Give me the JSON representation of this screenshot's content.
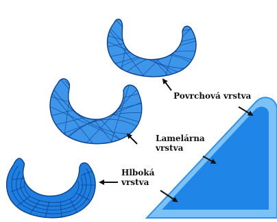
{
  "labels": {
    "surface": "Povrchová vrstva",
    "lamellar": [
      "Lamelárna",
      "vrstva"
    ],
    "deep": [
      "Hlboká",
      "vrstva"
    ]
  },
  "icons": {
    "surface_disc": "meniscus-surface-layer-icon",
    "lamellar_disc": "meniscus-lamellar-layer-icon",
    "deep_disc": "meniscus-deep-layer-icon",
    "cross_section": "meniscus-cross-section-wedge-icon",
    "arrow": "black-arrow-icon"
  },
  "colors": {
    "fill": "#2f8fe8",
    "fill_light": "#7cc2f5",
    "fill_dark": "#0f56b6",
    "outline": "#0a3f8c",
    "fiber": "#0a3f8c",
    "text": "#111111"
  }
}
